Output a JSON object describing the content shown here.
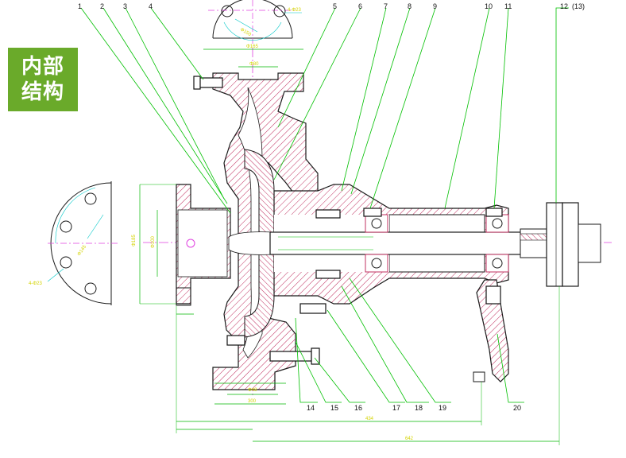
{
  "badge": {
    "line1": "内部",
    "line2": "结构"
  },
  "callouts_top": [
    "1",
    "2",
    "3",
    "4",
    "5",
    "6",
    "7",
    "8",
    "9",
    "10",
    "11",
    "12",
    "(13)"
  ],
  "callouts_bottom": [
    "14",
    "15",
    "16",
    "17",
    "18",
    "19",
    "20"
  ],
  "dimension_labels": {
    "top_flange_holes": "4-Φ23",
    "top_bolt_circle": "Φ150",
    "outlet_flange_od": "Φ165",
    "outlet_bore": "Φ80",
    "left_holes": "4-Φ23",
    "left_bolt_circle": "Φ145",
    "inlet_od": "Φ185",
    "inlet_bore": "Φ100",
    "foot_width": "Φ48",
    "base_width": "300",
    "overall_1": "434",
    "overall_2": "642"
  },
  "colors": {
    "outline": "#1a1a1a",
    "hatch": "#c03060",
    "bolt": "#111111",
    "centerline": "#e040e0",
    "dimension": "#00b800",
    "leader": "#00c000",
    "cyan": "#00c8c8",
    "badge": "#6aaa2a"
  }
}
